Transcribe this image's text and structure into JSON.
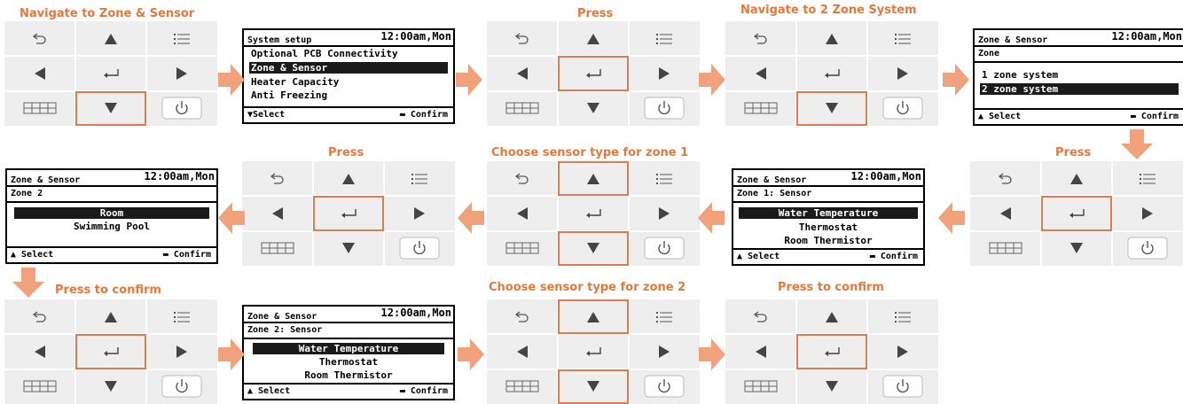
{
  "colors": {
    "accent": "#e8783a",
    "highlight": "#e07a4f",
    "arrow": "#f1a27d",
    "keypad_bg": "#eeeeee"
  },
  "captions": {
    "c1": "Navigate to Zone & Sensor",
    "c2": "Press",
    "c3": "Navigate to 2 Zone System",
    "c4": "Press",
    "c5": "Choose sensor type for zone 1",
    "c6": "Press",
    "c7": "Press to confirm",
    "c8": "Choose sensor type for zone 2",
    "c9": "Press to confirm"
  },
  "screens": {
    "s1": {
      "header": "System setup",
      "time": "12:00am,Mon",
      "items": [
        "Optional PCB Connectivity",
        "Zone & Sensor",
        "Heater Capacity",
        "Anti Freezing"
      ],
      "foot_left": "▼Select",
      "foot_right": "▬ Confirm"
    },
    "s2": {
      "header": "Zone & Sensor",
      "time": "12:00am,Mon",
      "sub": "Zone",
      "items": [
        "1 zone system",
        "2 zone system"
      ],
      "foot_left": "▲ Select",
      "foot_right": "▬ Confirm"
    },
    "s3": {
      "header": "Zone & Sensor",
      "time": "12:00am,Mon",
      "sub": "Zone 1: Sensor",
      "items": [
        "Water Temperature",
        "Thermostat",
        "Room Thermistor"
      ],
      "foot_left": "▲ Select",
      "foot_right": "▬ Confirm"
    },
    "s4": {
      "header": "Zone & Sensor",
      "time": "12:00am,Mon",
      "sub": "Zone 2",
      "items": [
        "Room",
        "Swimming Pool"
      ],
      "foot_left": "▲ Select",
      "foot_right": "▬ Confirm"
    },
    "s5": {
      "header": "Zone & Sensor",
      "time": "12:00am,Mon",
      "sub": "Zone 2: Sensor",
      "items": [
        "Water Temperature",
        "Thermostat",
        "Room Thermistor"
      ],
      "foot_left": "▲ Select",
      "foot_right": "▬ Confirm"
    }
  },
  "keypad": {
    "keys": [
      "back-icon",
      "up-arrow-icon",
      "menu-icon",
      "left-arrow-icon",
      "enter-icon",
      "right-arrow-icon",
      "grid-icon",
      "down-arrow-icon",
      "power-icon"
    ]
  }
}
